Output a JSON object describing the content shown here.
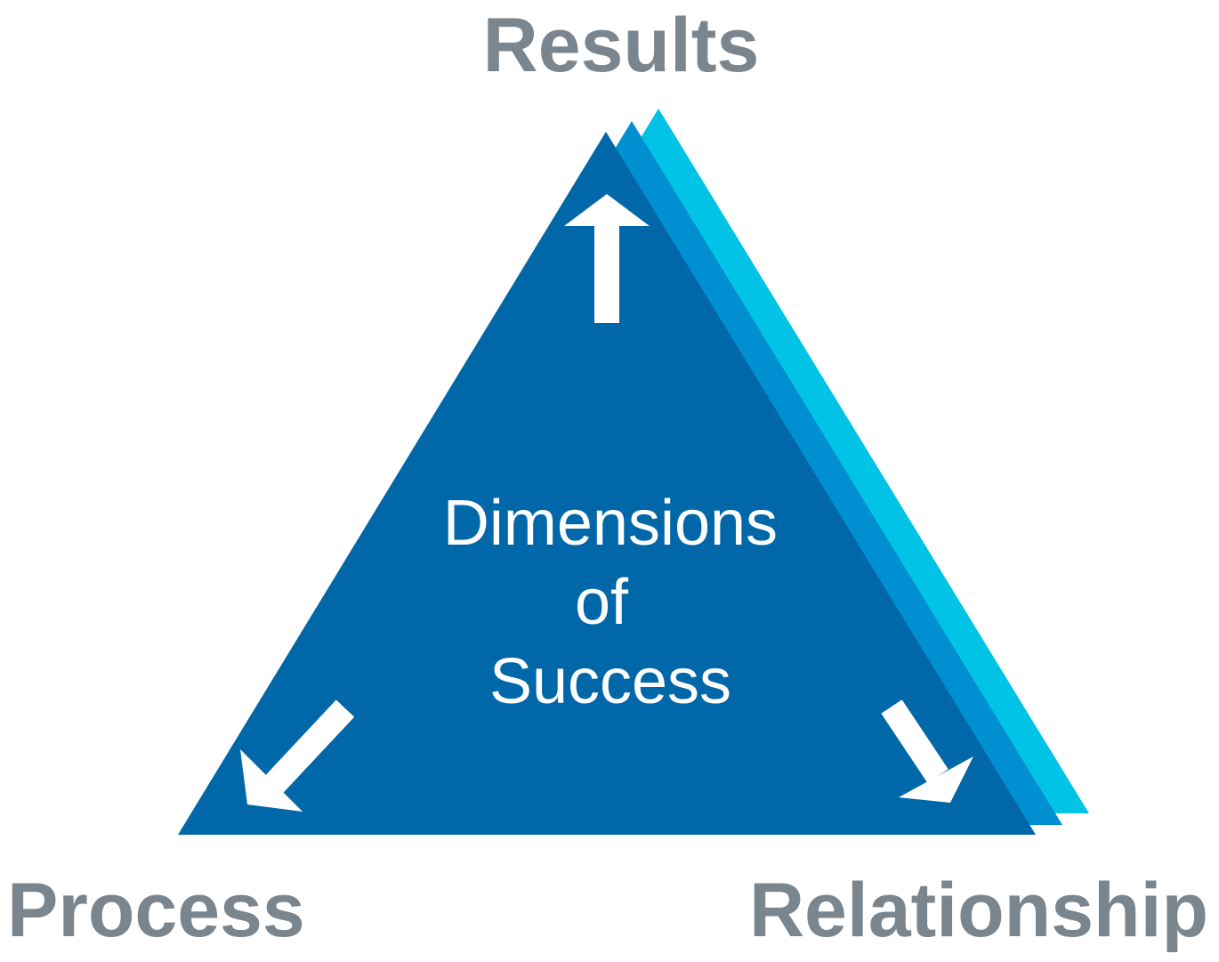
{
  "diagram": {
    "labels": {
      "top": "Results",
      "bottom_left": "Process",
      "bottom_right": "Relationship"
    },
    "center": {
      "line1": "Dimensions",
      "line2": "of",
      "line3": "Success"
    },
    "arrows": {
      "top": "up-arrow-icon",
      "bottom_left": "down-left-arrow-icon",
      "bottom_right": "down-right-arrow-icon"
    },
    "colors": {
      "main_triangle": "#0067A8",
      "back_layer_mid": "#0090D1",
      "back_layer_light": "#00C3E6",
      "label_text": "#7A858E",
      "center_text": "#FFFFFF",
      "arrow": "#FFFFFF"
    }
  }
}
